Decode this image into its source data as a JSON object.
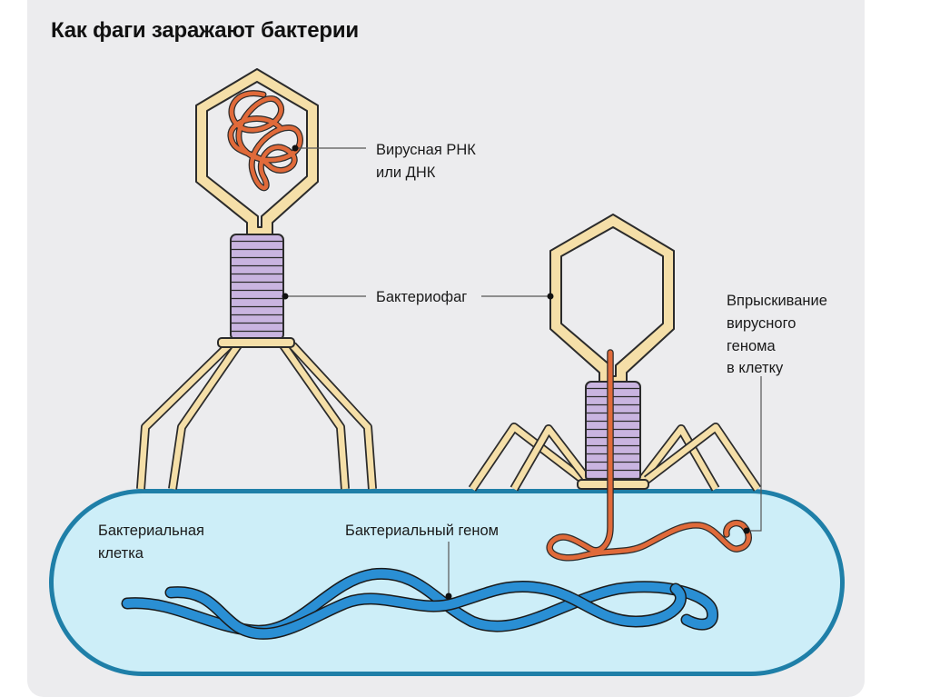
{
  "title": "Как фаги заражают бактерии",
  "labels": {
    "viral_genome": [
      "Вирусная РНК",
      "или ДНК"
    ],
    "bacteriophage": "Бактериофаг",
    "injection": [
      "Впрыскивание",
      "вирусного",
      "генома",
      "в клетку"
    ],
    "bacterial_cell": [
      "Бактериальная",
      "клетка"
    ],
    "bacterial_genome": "Бактериальный геном"
  },
  "colors": {
    "background": "#ececee",
    "phage_outline": "#f5dfa8",
    "phage_stroke": "#2b2b2b",
    "tail_sheath": "#c9b4e0",
    "viral_dna": "#e06a3a",
    "cell_fill": "#cdeef8",
    "cell_outline": "#1f7fa8",
    "bacterial_dna": "#2a8fd4"
  }
}
